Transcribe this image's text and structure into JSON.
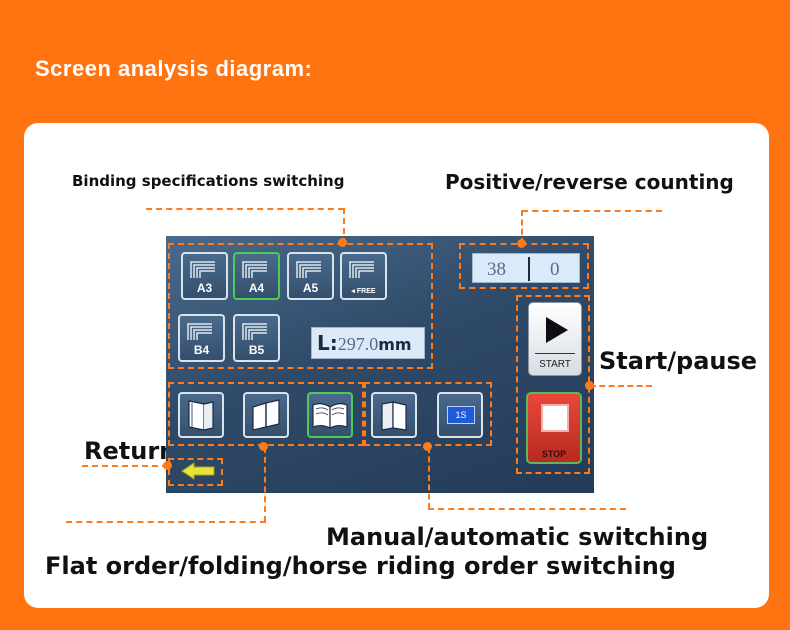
{
  "title": "Screen analysis diagram:",
  "labels": {
    "binding": "Binding specifications switching",
    "counting": "Positive/reverse counting",
    "start_pause": "Start/pause",
    "return": "Return",
    "manual_auto": "Manual/automatic switching",
    "flat_order": "Flat order/folding/horse riding order switching"
  },
  "screen": {
    "paper_sizes": [
      "A3",
      "A4",
      "A5",
      "◂ FREE",
      "B4",
      "B5"
    ],
    "selected_paper": "A4",
    "length_prefix": "L:",
    "length_value": "297.0",
    "length_unit": "mm",
    "counter_left": "38",
    "counter_right": "0",
    "start_label": "START",
    "stop_label": "STOP",
    "mode_label": "1S"
  },
  "colors": {
    "accent": "#ff7410",
    "selected": "#4ccb5a",
    "screen": "#2f4a68"
  }
}
